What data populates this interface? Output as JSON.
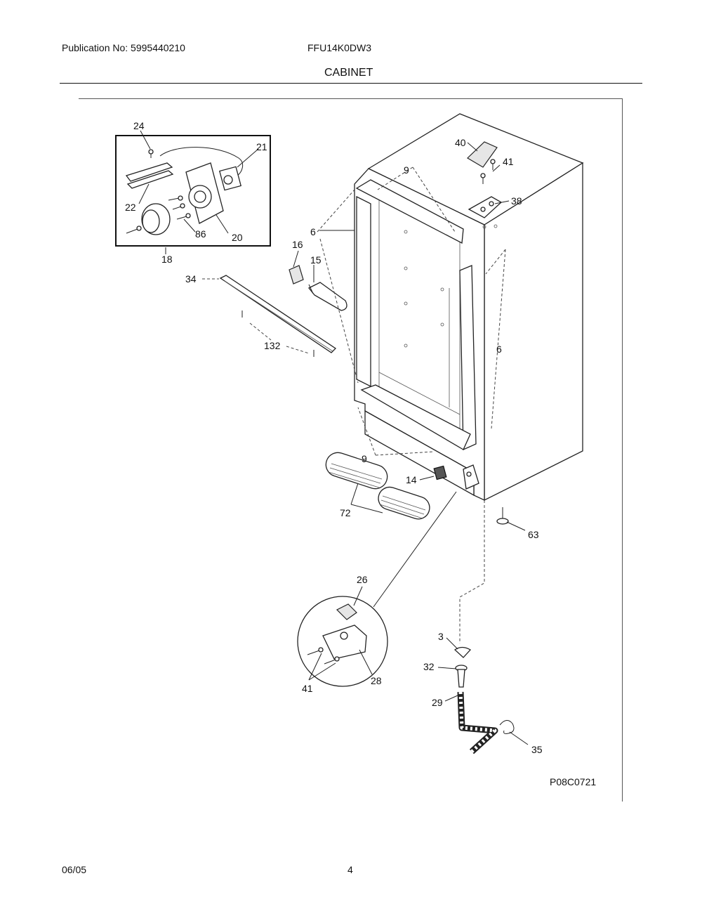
{
  "header": {
    "publication": "Publication No: 5995440210",
    "model": "FFU14K0DW3",
    "section": "CABINET"
  },
  "footer": {
    "date": "06/05",
    "page": "4"
  },
  "diagram": {
    "figure_code": "P08C0721",
    "callouts": {
      "c24": "24",
      "c21": "21",
      "c22": "22",
      "c20": "20",
      "c86": "86",
      "c18": "18",
      "c40": "40",
      "c41a": "41",
      "c38": "38",
      "c9a": "9",
      "c6a": "6",
      "c16": "16",
      "c15": "15",
      "c34": "34",
      "c132": "132",
      "c6b": "6",
      "c9b": "9",
      "c14": "14",
      "c72": "72",
      "c63": "63",
      "c26": "26",
      "c3": "3",
      "c32": "32",
      "c29": "29",
      "c35": "35",
      "c28": "28",
      "c41b": "41"
    }
  }
}
